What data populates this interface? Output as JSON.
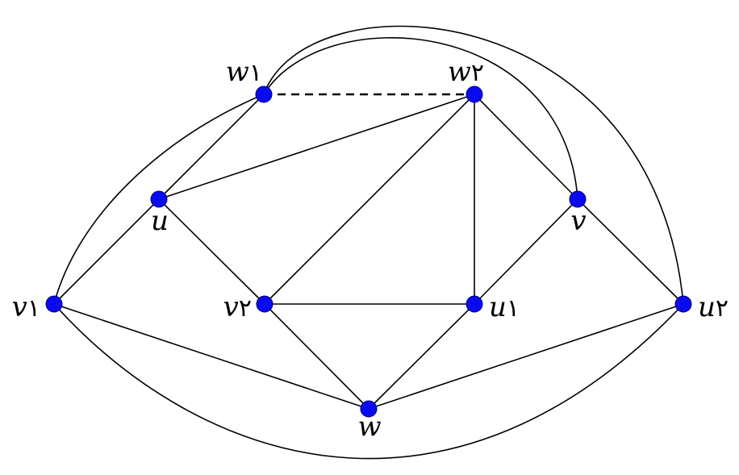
{
  "colors": {
    "node": "#0a0aee",
    "edge": "#000000"
  },
  "nodes": [
    {
      "id": "w1",
      "label": "w",
      "sub": "۱"
    },
    {
      "id": "w2",
      "label": "w",
      "sub": "۲"
    },
    {
      "id": "u",
      "label": "u",
      "sub": ""
    },
    {
      "id": "v",
      "label": "v",
      "sub": ""
    },
    {
      "id": "v1",
      "label": "v",
      "sub": "۱"
    },
    {
      "id": "v2",
      "label": "v",
      "sub": "۲"
    },
    {
      "id": "u1",
      "label": "u",
      "sub": "۱"
    },
    {
      "id": "u2",
      "label": "u",
      "sub": "۲"
    },
    {
      "id": "w",
      "label": "w",
      "sub": ""
    }
  ],
  "edges": [
    {
      "from": "w1",
      "to": "w2",
      "style": "dashed"
    },
    {
      "from": "w1",
      "to": "u"
    },
    {
      "from": "w1",
      "to": "v1"
    },
    {
      "from": "w1",
      "to": "v"
    },
    {
      "from": "w1",
      "to": "u2"
    },
    {
      "from": "u",
      "to": "w2"
    },
    {
      "from": "u",
      "to": "v1"
    },
    {
      "from": "u",
      "to": "v2"
    },
    {
      "from": "w2",
      "to": "v2"
    },
    {
      "from": "w2",
      "to": "u1"
    },
    {
      "from": "w2",
      "to": "v"
    },
    {
      "from": "v",
      "to": "u1"
    },
    {
      "from": "v",
      "to": "u2"
    },
    {
      "from": "v1",
      "to": "w"
    },
    {
      "from": "v1",
      "to": "u2"
    },
    {
      "from": "v2",
      "to": "u1"
    },
    {
      "from": "v2",
      "to": "w"
    },
    {
      "from": "u1",
      "to": "w"
    },
    {
      "from": "w",
      "to": "u2"
    }
  ]
}
